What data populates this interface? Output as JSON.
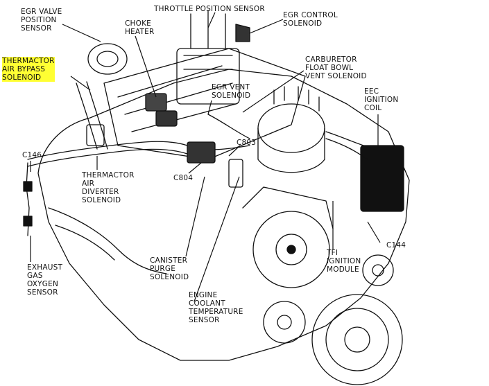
{
  "colors": {
    "ink": "#111111",
    "highlight": "#ffff33",
    "background": "#ffffff"
  },
  "labels": {
    "egr_valve_position_sensor": "EGR VALVE\nPOSITION\nSENSOR",
    "throttle_position_sensor": "THROTTLE POSITION SENSOR",
    "egr_control_solenoid": "EGR CONTROL\nSOLENOID",
    "choke_heater": "CHOKE\nHEATER",
    "thermactor_air_bypass_solenoid": "THERMACTOR\nAIR BYPASS\nSOLENOID",
    "carburetor_float_bowl_vent_solenoid": "CARBURETOR\nFLOAT BOWL\nVENT SOLENOID",
    "egr_vent_solenoid": "EGR VENT\nSOLENOID",
    "eec_ignition_coil": "EEC\nIGNITION\nCOIL",
    "c146": "C146",
    "c803": "C803",
    "c804": "C804",
    "thermactor_air_diverter_solenoid": "THERMACTOR\nAIR\nDIVERTER\nSOLENOID",
    "c144": "C144",
    "exhaust_gas_oxygen_sensor": "EXHAUST\nGAS\nOXYGEN\nSENSOR",
    "canister_purge_solenoid": "CANISTER\nPURGE\nSOLENOID",
    "tfi_ignition_module": "TFI\nIGNITION\nMODULE",
    "engine_coolant_temperature_sensor": "ENGINE\nCOOLANT\nTEMPERATURE\nSENSOR"
  }
}
